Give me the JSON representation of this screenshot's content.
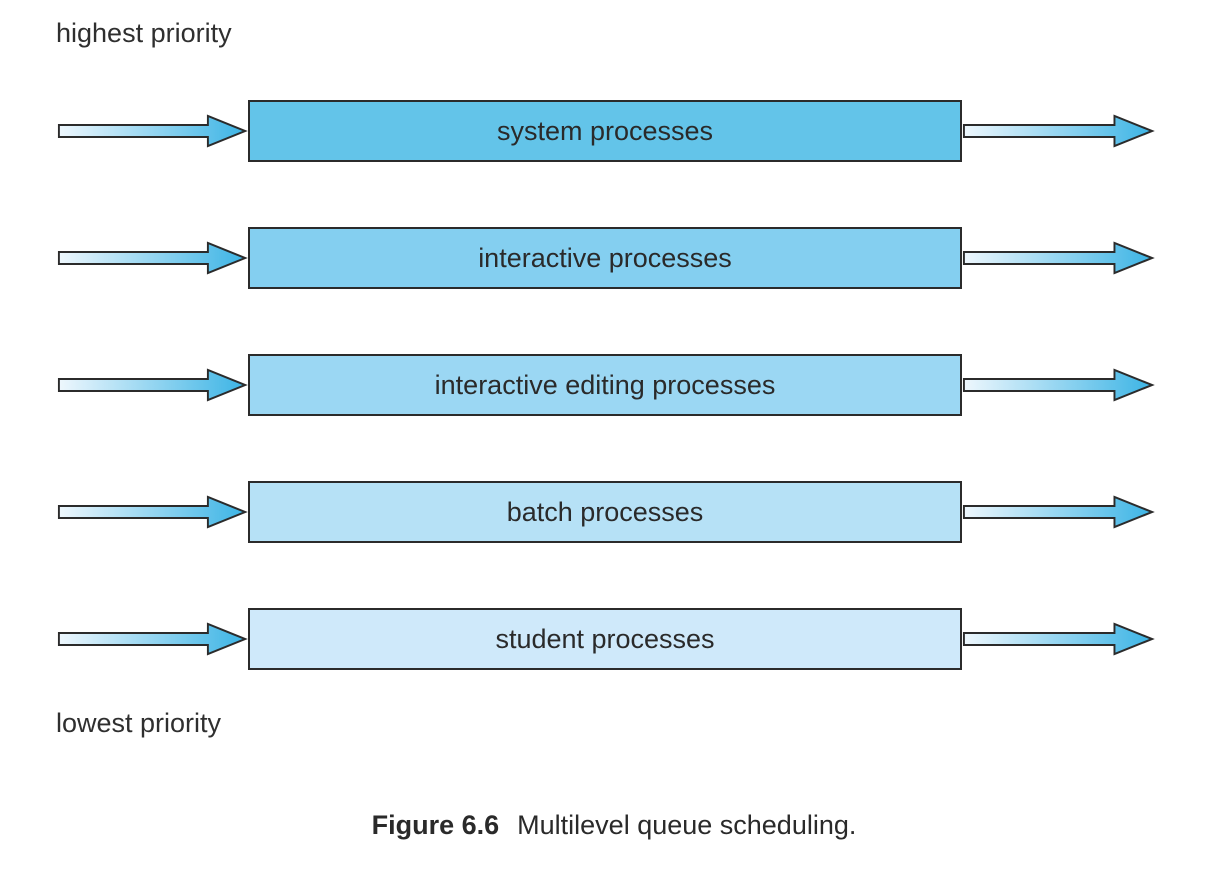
{
  "diagram": {
    "top_label": "highest priority",
    "bottom_label": "lowest priority",
    "queues": [
      {
        "label": "system processes",
        "fill": "#63c4e9"
      },
      {
        "label": "interactive processes",
        "fill": "#84cff0"
      },
      {
        "label": "interactive editing processes",
        "fill": "#9bd7f3"
      },
      {
        "label": "batch processes",
        "fill": "#b6e1f6"
      },
      {
        "label": "student processes",
        "fill": "#cfe9fa"
      }
    ],
    "arrow": {
      "gradient_start": "#eef7fd",
      "gradient_end": "#3cb4e5",
      "outline": "#2b2b2b"
    },
    "box_border": "#2b2b2b"
  },
  "caption": {
    "figure_label": "Figure 6.6",
    "text": "Multilevel queue scheduling."
  }
}
